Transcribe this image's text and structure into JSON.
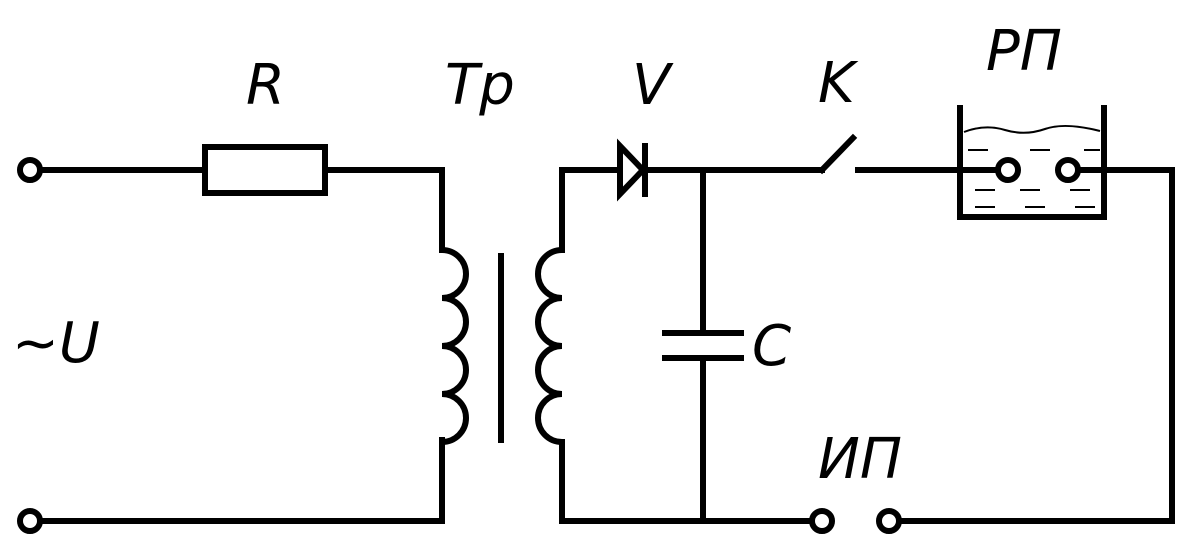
{
  "labels": {
    "resistor": "R",
    "transformer": "Тр",
    "diode": "V",
    "switch": "K",
    "bath": "РП",
    "capacitor": "C",
    "source_voltage": "~U",
    "power_source": "ИП"
  }
}
